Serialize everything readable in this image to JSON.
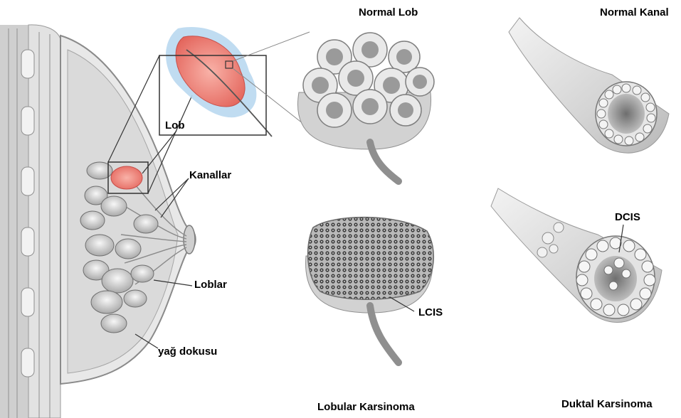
{
  "titles": {
    "normal_lob": "Normal Lob",
    "normal_kanal": "Normal Kanal",
    "lobular_karsinoma": "Lobular Karsinoma",
    "duktal_karsinoma": "Duktal Karsinoma"
  },
  "callouts": {
    "lob": "Lob",
    "kanallar": "Kanallar",
    "loblar": "Loblar",
    "yag_dokusu": "yağ dokusu",
    "lcis": "LCIS",
    "dcis": "DCIS"
  },
  "colors": {
    "tissue": "#d9d9d9",
    "tissue_dark": "#8c8c8c",
    "highlight_lobe": "#f08a8a",
    "highlight_halo": "#9ec6e8",
    "tumor_cell": "#2b2b2b"
  }
}
